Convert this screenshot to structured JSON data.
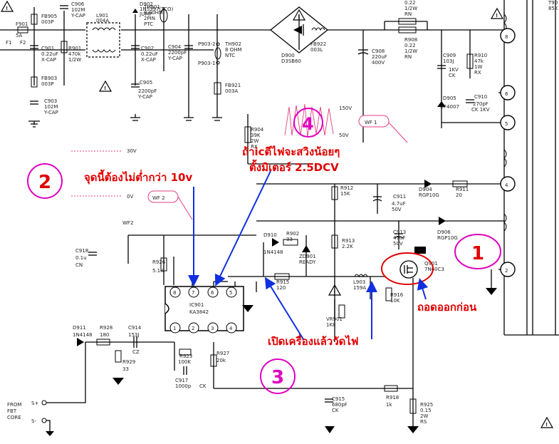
{
  "components": {
    "f901": {
      "ref": "F901",
      "value": "5A"
    },
    "f1": "F1",
    "f2": "F2",
    "fb905": {
      "ref": "FB905",
      "value": "003P"
    },
    "fb903": {
      "ref": "FB903",
      "value": "003P"
    },
    "c906": {
      "ref": "C906",
      "value": "102M",
      "type": "Y-CAP"
    },
    "c901": {
      "ref": "C901",
      "value": "0.22uF",
      "type": "X-CAP"
    },
    "r901": {
      "ref": "R901",
      "value": "470k",
      "power": "1/2W"
    },
    "c903": {
      "ref": "C903",
      "value": "102M",
      "type": "Y-CAP"
    },
    "l901": {
      "ref": "L901",
      "value": "004A"
    },
    "d902": {
      "ref": "D902",
      "value": "1N5397(TCO)",
      "note": "JUMP"
    },
    "c902": {
      "ref": "C902",
      "value": "0.22uF",
      "type": "X-CAP"
    },
    "c905": {
      "ref": "C905",
      "value": "2200pF",
      "type": "Y-CAP"
    },
    "th901": {
      "ref": "TH901",
      "value": "9.00HM",
      "value2": "2PIN",
      "type": "PTC"
    },
    "c904": {
      "ref": "C904",
      "value": "2200pF",
      "type": "Y-CAP"
    },
    "p903_2": "P903-2",
    "p903_1": "P903-1",
    "th902": {
      "ref": "TH902",
      "value": "8 OHM",
      "type": "NTC"
    },
    "fb921": {
      "ref": "FB921",
      "value": "003A"
    },
    "d900": {
      "ref": "D900",
      "value": "D3SB60"
    },
    "fb922": {
      "ref": "FB922",
      "value": "003L"
    },
    "c908": {
      "ref": "C908",
      "value": "220uF",
      "voltage": "400V"
    },
    "r907": {
      "value": "0.22",
      "power": "1/2W",
      "type": "RN"
    },
    "r908": {
      "ref": "R908",
      "value": "0.22",
      "power": "1/2W",
      "type": "RN"
    },
    "c909": {
      "ref": "C909",
      "value": "103J",
      "voltage": "1KV",
      "type": "CK"
    },
    "r910": {
      "ref": "R910",
      "value": "47k",
      "power": "1W",
      "type": "RX"
    },
    "d905": {
      "ref": "D905",
      "value": "UF4007"
    },
    "c910": {
      "ref": "C910",
      "value": "270pF",
      "type": "CK 1KV"
    },
    "r904": {
      "ref": "R904",
      "value": "39K",
      "power": "2W",
      "type": "RX"
    },
    "r912": {
      "ref": "R912",
      "value": "15K"
    },
    "c911": {
      "ref": "C911",
      "value": "4.7uF",
      "voltage": "50V"
    },
    "d904": {
      "ref": "D904",
      "value": "RGP10G"
    },
    "r911": {
      "ref": "R911",
      "value": "20"
    },
    "d906": {
      "ref": "D906",
      "value": "RGP10G"
    },
    "c913": {
      "ref": "C913",
      "value": "47uF",
      "voltage": "50V"
    },
    "d910": {
      "ref": "D910",
      "value": "1N4148"
    },
    "r902": {
      "ref": "R902",
      "value": "33"
    },
    "zd901": {
      "ref": "ZD901",
      "value": "READY"
    },
    "r913": {
      "ref": "R913",
      "value": "2.2K"
    },
    "q901": {
      "ref": "Q901",
      "value": "7N60C3"
    },
    "r915": {
      "ref": "R915",
      "value": "120"
    },
    "r916": {
      "ref": "R916",
      "value": "10K"
    },
    "l903": {
      "ref": "L903",
      "value": "159A"
    },
    "vr901": {
      "ref": "VR901",
      "value": "1K8"
    },
    "c918": {
      "ref": "C918",
      "value": "0.1u",
      "type": "CN"
    },
    "r926": {
      "ref": "R926",
      "value": "5.1K"
    },
    "ic901": {
      "ref": "IC901",
      "value": "KA3842"
    },
    "d911": {
      "ref": "D911",
      "value": "1N4148"
    },
    "r928": {
      "ref": "R928",
      "value": "180"
    },
    "c914": {
      "ref": "C914",
      "value": "153J",
      "type": "CZ"
    },
    "r929": {
      "ref": "R929",
      "value": "33"
    },
    "r923": {
      "ref": "R923",
      "value": "100K"
    },
    "r927": {
      "ref": "R927",
      "value": "20k"
    },
    "c917": {
      "ref": "C917",
      "value": "1000p",
      "type": "CK"
    },
    "c915": {
      "ref": "C915",
      "value": "680pF",
      "type": "CK"
    },
    "r918": {
      "ref": "R918",
      "value": "1k"
    },
    "r925": {
      "ref": "R925",
      "value": "0.15",
      "power": "2W",
      "type": "RS"
    }
  },
  "transformer": {
    "ref": "T90",
    "value": "85K",
    "pins": [
      "8",
      "6",
      "5",
      "4",
      "2"
    ]
  },
  "ic_pins_top": [
    "8",
    "7",
    "6",
    "5"
  ],
  "ic_pins_bottom": [
    "1",
    "2",
    "3",
    "4"
  ],
  "waveforms": {
    "wf1": "WF 1",
    "wf2": "WF 2",
    "wf2_small": "WF2",
    "v30": "30V",
    "v0": "0V",
    "v150": "150V",
    "v50": "50V"
  },
  "connector": {
    "s_plus": "S+",
    "s_minus": "S-",
    "from_fbt": [
      "FROM",
      "FBT",
      "CORE"
    ]
  },
  "annotations": {
    "n1": "1",
    "n2": "2",
    "n3": "3",
    "n4": "4",
    "note_pin7": "จุดนี้ต้องไม่ต่ำกว่า 10v",
    "note_pin6_l1": "ถ้าicตีไฟจะสวิงน้อยๆ",
    "note_pin6_l2": "ตั้งมิเตอร์ 2.5DCV",
    "note_measure": "เปิดเครื่องแล้ววัดไฟ",
    "note_remove": "ถอดออกก่อน"
  },
  "colors": {
    "annotation_red": "#e00000",
    "annotation_magenta": "#e000c0",
    "arrow_blue": "#1030e0",
    "wire": "#000000"
  }
}
